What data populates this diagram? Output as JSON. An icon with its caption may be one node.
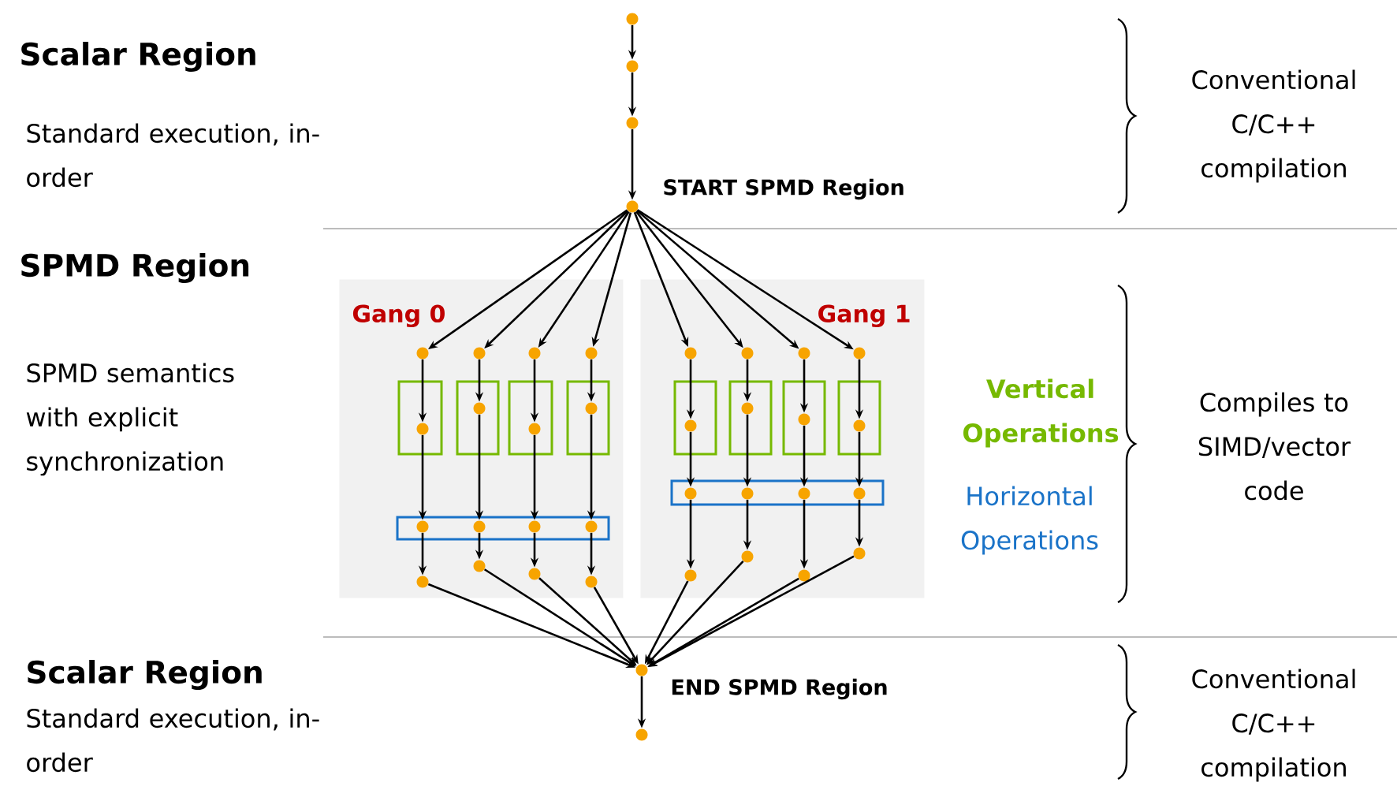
{
  "diagram": {
    "nodes": [
      {
        "text": [],
        "shape": "circle"
      },
      {
        "text": [],
        "shape": "circle"
      },
      {
        "text": [],
        "shape": "circle"
      },
      {
        "text": [],
        "shape": "circle",
        "beside": [
          "START SPMD Region"
        ]
      },
      {
        "text": [
          "Gang 0"
        ]
      },
      {
        "text": [
          "Gang 1"
        ]
      },
      {
        "text": [],
        "shape": "circle",
        "in": 4
      },
      {
        "text": [],
        "shape": "circle",
        "in": 4
      },
      {
        "text": [],
        "shape": "circle",
        "in": 4
      },
      {
        "text": [],
        "shape": "circle",
        "in": 4
      },
      {
        "text": [],
        "shape": "circle",
        "in": 4
      },
      {
        "text": [],
        "shape": "circle",
        "in": 4
      },
      {
        "text": [],
        "shape": "circle",
        "in": 4
      },
      {
        "text": [],
        "shape": "circle",
        "in": 4
      },
      {
        "text": [],
        "shape": "circle",
        "in": 4
      },
      {
        "text": [],
        "shape": "circle",
        "in": 4
      },
      {
        "text": [],
        "shape": "circle",
        "in": 4
      },
      {
        "text": [],
        "shape": "circle",
        "in": 4
      },
      {
        "text": [],
        "shape": "circle",
        "in": 4
      },
      {
        "text": [],
        "shape": "circle",
        "in": 4
      },
      {
        "text": [],
        "shape": "circle",
        "in": 4
      },
      {
        "text": [],
        "shape": "circle",
        "in": 4
      },
      {
        "text": [],
        "shape": "circle",
        "in": 5
      },
      {
        "text": [],
        "shape": "circle",
        "in": 5
      },
      {
        "text": [],
        "shape": "circle",
        "in": 5
      },
      {
        "text": [],
        "shape": "circle",
        "in": 5
      },
      {
        "text": [],
        "shape": "circle",
        "in": 5
      },
      {
        "text": [],
        "shape": "circle",
        "in": 5
      },
      {
        "text": [],
        "shape": "circle",
        "in": 5
      },
      {
        "text": [],
        "shape": "circle",
        "in": 5
      },
      {
        "text": [],
        "shape": "circle",
        "in": 5
      },
      {
        "text": [],
        "shape": "circle",
        "in": 5
      },
      {
        "text": [],
        "shape": "circle",
        "in": 5
      },
      {
        "text": [],
        "shape": "circle",
        "in": 5
      },
      {
        "text": [],
        "shape": "circle",
        "in": 5
      },
      {
        "text": [],
        "shape": "circle",
        "in": 5
      },
      {
        "text": [],
        "shape": "circle",
        "in": 5
      },
      {
        "text": [],
        "shape": "circle",
        "in": 5
      },
      {
        "text": [],
        "shape": "circle",
        "beside": [
          "END SPMD Region"
        ]
      },
      {
        "text": [],
        "shape": "circle"
      }
    ],
    "edges": [
      {
        "from": 0,
        "to": 1,
        "arrow": "to"
      },
      {
        "from": 1,
        "to": 2,
        "arrow": "to"
      },
      {
        "from": 2,
        "to": 3,
        "arrow": "to"
      },
      {
        "from": 3,
        "to": 6,
        "arrow": "to"
      },
      {
        "from": 3,
        "to": 10,
        "arrow": "to"
      },
      {
        "from": 3,
        "to": 14,
        "arrow": "to"
      },
      {
        "from": 3,
        "to": 18,
        "arrow": "to"
      },
      {
        "from": 3,
        "to": 22,
        "arrow": "to"
      },
      {
        "from": 3,
        "to": 26,
        "arrow": "to"
      },
      {
        "from": 3,
        "to": 30,
        "arrow": "to"
      },
      {
        "from": 3,
        "to": 34,
        "arrow": "to"
      },
      {
        "from": 6,
        "to": 7,
        "arrow": "to"
      },
      {
        "from": 7,
        "to": 8,
        "arrow": "to"
      },
      {
        "from": 8,
        "to": 9,
        "arrow": "to"
      },
      {
        "from": 10,
        "to": 11,
        "arrow": "to"
      },
      {
        "from": 11,
        "to": 12,
        "arrow": "to"
      },
      {
        "from": 12,
        "to": 13,
        "arrow": "to"
      },
      {
        "from": 14,
        "to": 15,
        "arrow": "to"
      },
      {
        "from": 15,
        "to": 16,
        "arrow": "to"
      },
      {
        "from": 16,
        "to": 17,
        "arrow": "to"
      },
      {
        "from": 18,
        "to": 19,
        "arrow": "to"
      },
      {
        "from": 19,
        "to": 20,
        "arrow": "to"
      },
      {
        "from": 20,
        "to": 21,
        "arrow": "to"
      },
      {
        "from": 22,
        "to": 23,
        "arrow": "to"
      },
      {
        "from": 23,
        "to": 24,
        "arrow": "to"
      },
      {
        "from": 24,
        "to": 25,
        "arrow": "to"
      },
      {
        "from": 26,
        "to": 27,
        "arrow": "to"
      },
      {
        "from": 27,
        "to": 28,
        "arrow": "to"
      },
      {
        "from": 28,
        "to": 29,
        "arrow": "to"
      },
      {
        "from": 30,
        "to": 31,
        "arrow": "to"
      },
      {
        "from": 31,
        "to": 32,
        "arrow": "to"
      },
      {
        "from": 32,
        "to": 33,
        "arrow": "to"
      },
      {
        "from": 34,
        "to": 35,
        "arrow": "to"
      },
      {
        "from": 35,
        "to": 36,
        "arrow": "to"
      },
      {
        "from": 36,
        "to": 37,
        "arrow": "to"
      },
      {
        "from": 9,
        "to": 38,
        "arrow": "to"
      },
      {
        "from": 13,
        "to": 38,
        "arrow": "to"
      },
      {
        "from": 17,
        "to": 38,
        "arrow": "to"
      },
      {
        "from": 21,
        "to": 38,
        "arrow": "to"
      },
      {
        "from": 25,
        "to": 38,
        "arrow": "to"
      },
      {
        "from": 29,
        "to": 38,
        "arrow": "to"
      },
      {
        "from": 33,
        "to": 38,
        "arrow": "to"
      },
      {
        "from": 37,
        "to": 38,
        "arrow": "to"
      },
      {
        "from": 38,
        "to": 39,
        "arrow": "to"
      }
    ],
    "labels": [
      "Scalar Region",
      "Standard execution, in-order",
      "Conventional C/C++ compilation",
      "SPMD Region",
      "SPMD semantics with explicit synchronization",
      "Vertical Operations",
      "Compiles to SIMD/vector code",
      "Horizontal Operations",
      "Scalar Region",
      "Conventional C/C++ compilation",
      "Standard execution, in-order"
    ]
  }
}
